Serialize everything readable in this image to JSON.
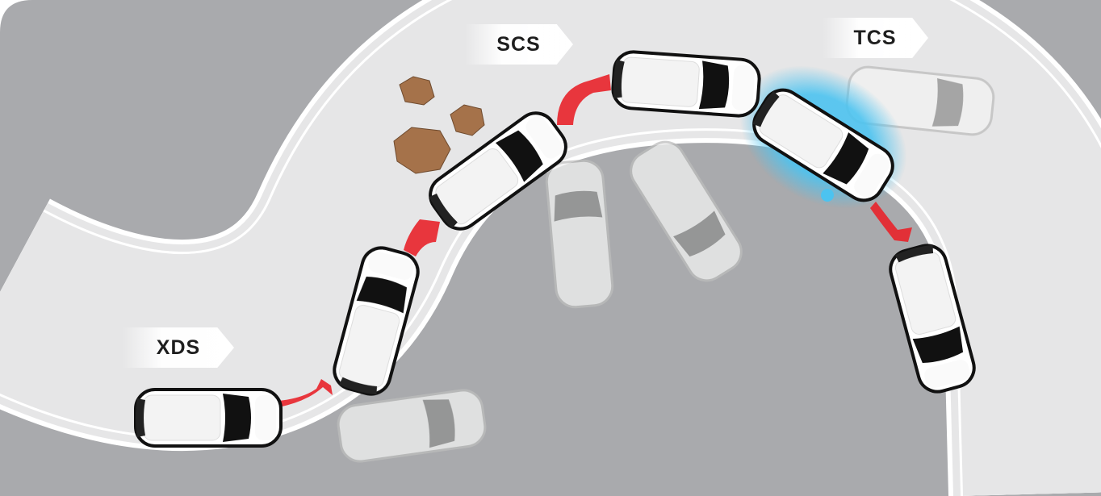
{
  "labels": {
    "scs": "SCS",
    "tcs": "TCS",
    "xds": "XDS"
  },
  "colors": {
    "background": "#a9aaad",
    "road": "#e6e6e7",
    "arrow": "#e8222a",
    "glow": "#4cc3f0",
    "rock": "#a5724a"
  }
}
